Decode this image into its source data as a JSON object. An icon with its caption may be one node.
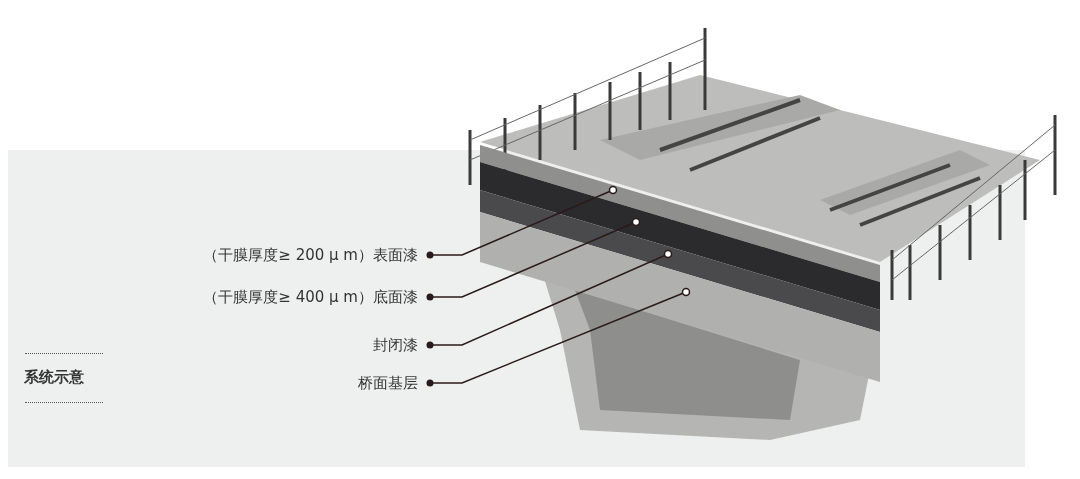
{
  "diagram": {
    "nodes": [
      {
        "text": [
          "（干膜厚度≥ 200 μ m）表面漆"
        ]
      },
      {
        "text": [
          "（干膜厚度≥ 400 μ m）底面漆"
        ]
      },
      {
        "text": [
          "封闭漆"
        ]
      },
      {
        "text": [
          "桥面基层"
        ]
      },
      {
        "text": [],
        "shape": "bar"
      },
      {
        "text": [],
        "shape": "bar"
      },
      {
        "text": [],
        "shape": "bar"
      },
      {
        "text": [],
        "shape": "bar"
      }
    ],
    "edges": [
      {
        "from": 0,
        "to": 4,
        "arrow": "other"
      },
      {
        "from": 1,
        "to": 5,
        "arrow": "other"
      },
      {
        "from": 2,
        "to": 6,
        "arrow": "other"
      },
      {
        "from": 3,
        "to": 7,
        "arrow": "other"
      }
    ],
    "labels": [
      "系统示意"
    ]
  }
}
